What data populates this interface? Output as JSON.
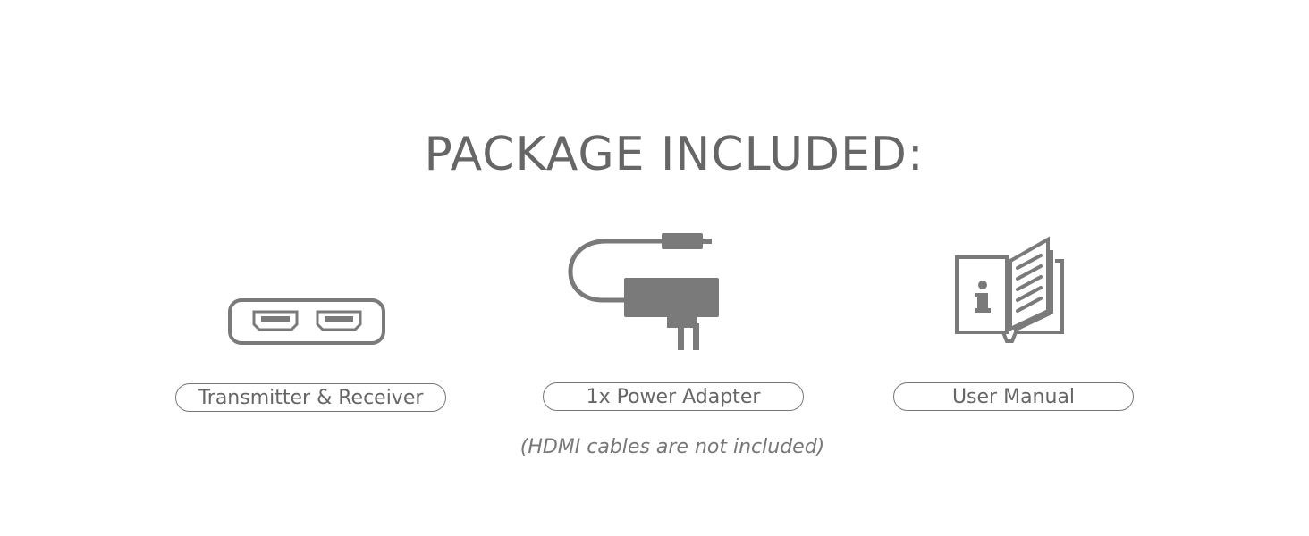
{
  "heading": "PACKAGE INCLUDED:",
  "items": [
    {
      "label": "Transmitter & Receiver",
      "icon": "hdmi-ports-icon"
    },
    {
      "label": "1x Power Adapter",
      "icon": "power-adapter-icon"
    },
    {
      "label": "User Manual",
      "icon": "user-manual-icon"
    }
  ],
  "note": "(HDMI cables are not included)",
  "colors": {
    "text": "#666666",
    "icon": "#7a7a7a",
    "background": "#ffffff"
  }
}
